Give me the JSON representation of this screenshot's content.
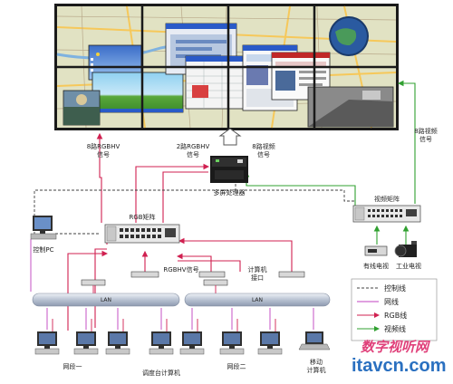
{
  "labels": {
    "sig_left": "8路RGBHV\n信号",
    "sig_mid": "2路RGBHV\n信号",
    "sig_vid": "8路视频\n信号",
    "sig_right": "8路视频\n信号",
    "processor": "多屏处理器",
    "rgb_matrix": "RGB矩阵",
    "video_matrix": "视频矩阵",
    "ctrl_pc": "控制PC",
    "rgbhv_sig": "RGBHV信号",
    "computer_out": "计算机\n接口",
    "cable_tv": "有线电视",
    "industrial_tv": "工业电视",
    "lan1": "LAN",
    "lan2": "LAN",
    "net1": "网段一",
    "dispatch": "调度台计算机",
    "net2": "网段二",
    "mobile": "移动\n计算机"
  },
  "legend": {
    "control": "控制线",
    "network": "网线",
    "rgb": "RGB线",
    "video": "视频线"
  },
  "colors": {
    "rgb": "#d02050",
    "video": "#30a030",
    "lan": "#c0c8d8",
    "network": "#c040c0",
    "control": "#404040"
  },
  "watermark": {
    "cn": "数字视听网",
    "en": "itavcn.com"
  }
}
